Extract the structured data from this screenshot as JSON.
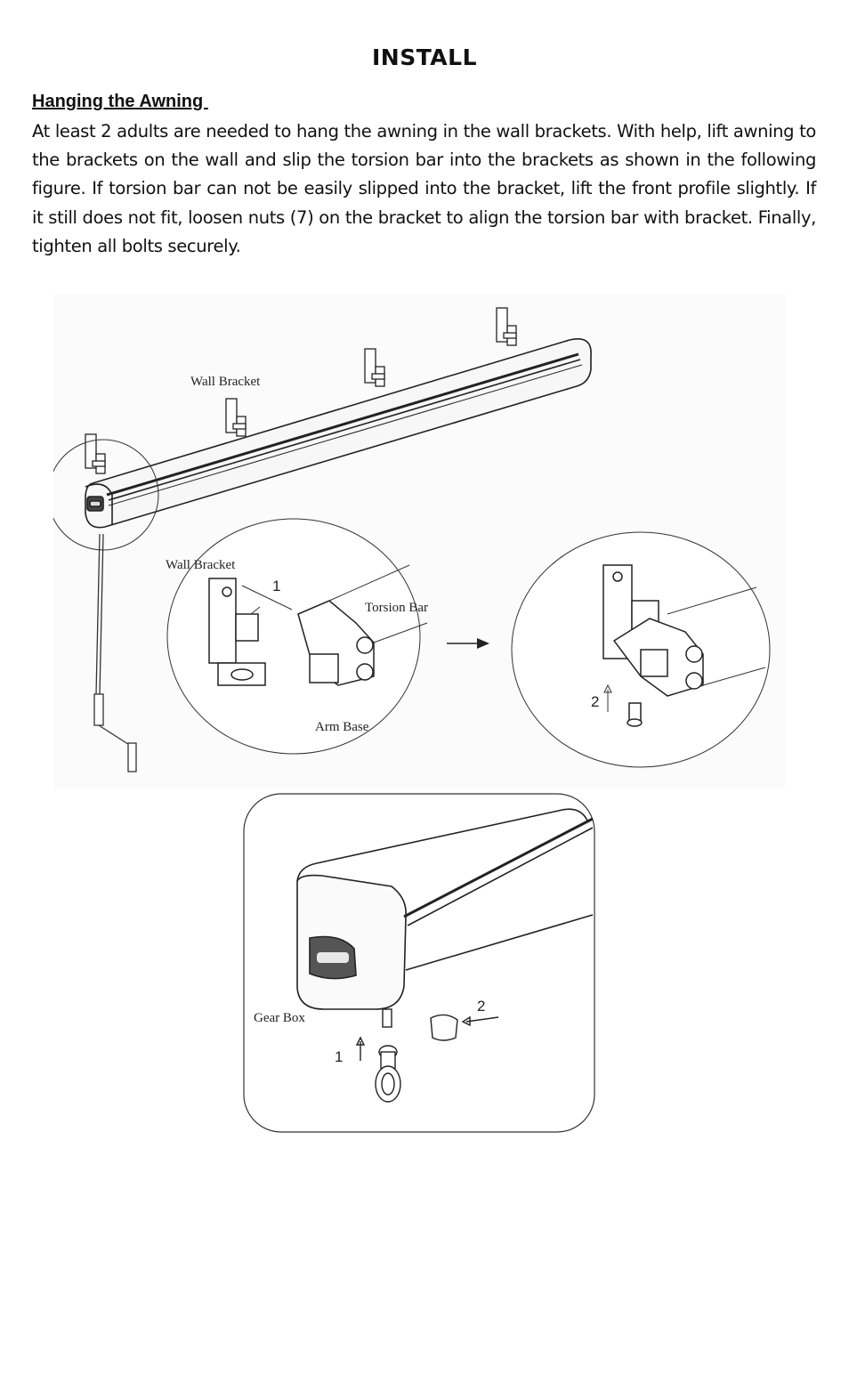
{
  "page": {
    "title": "INSTALL",
    "section_heading": "Hanging the Awning ",
    "paragraph": "At least 2 adults are needed to hang the awning in the wall brackets. With help, lift awning to the brackets on the wall and slip the torsion bar into the brackets as shown in the following figure. If torsion bar can not be easily slipped into the bracket, lift the front profile slightly. If it still does not fit, loosen nuts (7) on the bracket to align the torsion bar with bracket. Finally, tighten all bolts securely."
  },
  "figure1": {
    "label_wall_bracket_top": "Wall Bracket",
    "label_wall_bracket_detail": "Wall Bracket",
    "label_torsion_bar": "Torsion Bar",
    "label_arm_base": "Arm Base",
    "step_1": "1",
    "step_2": "2"
  },
  "figure2": {
    "label_gear_box": "Gear Box",
    "step_1": "1",
    "step_2": "2"
  }
}
